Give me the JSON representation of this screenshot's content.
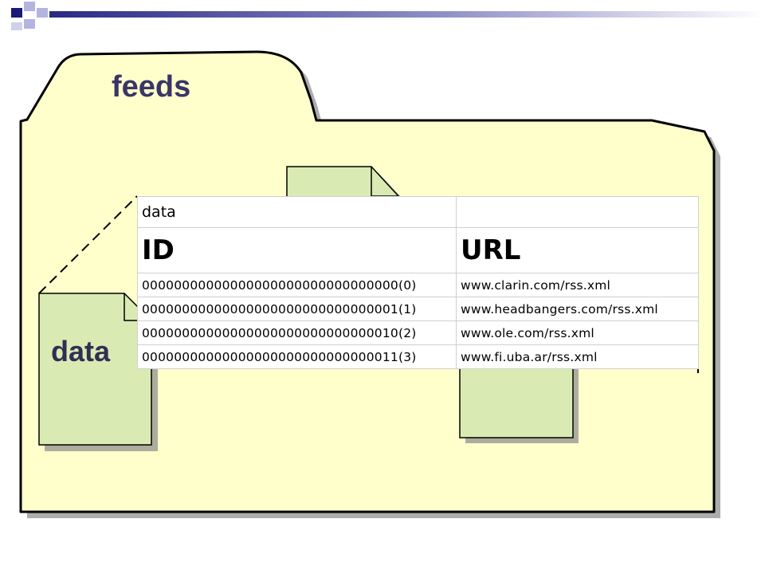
{
  "folder": {
    "title": "feeds",
    "fill": "#ffffcc",
    "stroke": "#000000"
  },
  "document": {
    "title": "data",
    "fill": "#d9ebb3"
  },
  "table": {
    "caption": "data",
    "columns": [
      "ID",
      "URL"
    ],
    "rows": [
      {
        "id": "00000000000000000000000000000000(0)",
        "url": "www.clarin.com/rss.xml"
      },
      {
        "id": "00000000000000000000000000000001(1)",
        "url": "www.headbangers.com/rss.xml"
      },
      {
        "id": "00000000000000000000000000000010(2)",
        "url": "www.ole.com/rss.xml"
      },
      {
        "id": "00000000000000000000000000000011(3)",
        "url": "www.fi.uba.ar/rss.xml"
      }
    ]
  },
  "decoration": {
    "accent_dark": "#1a1a7a",
    "accent_light": "#b4b4e0"
  }
}
